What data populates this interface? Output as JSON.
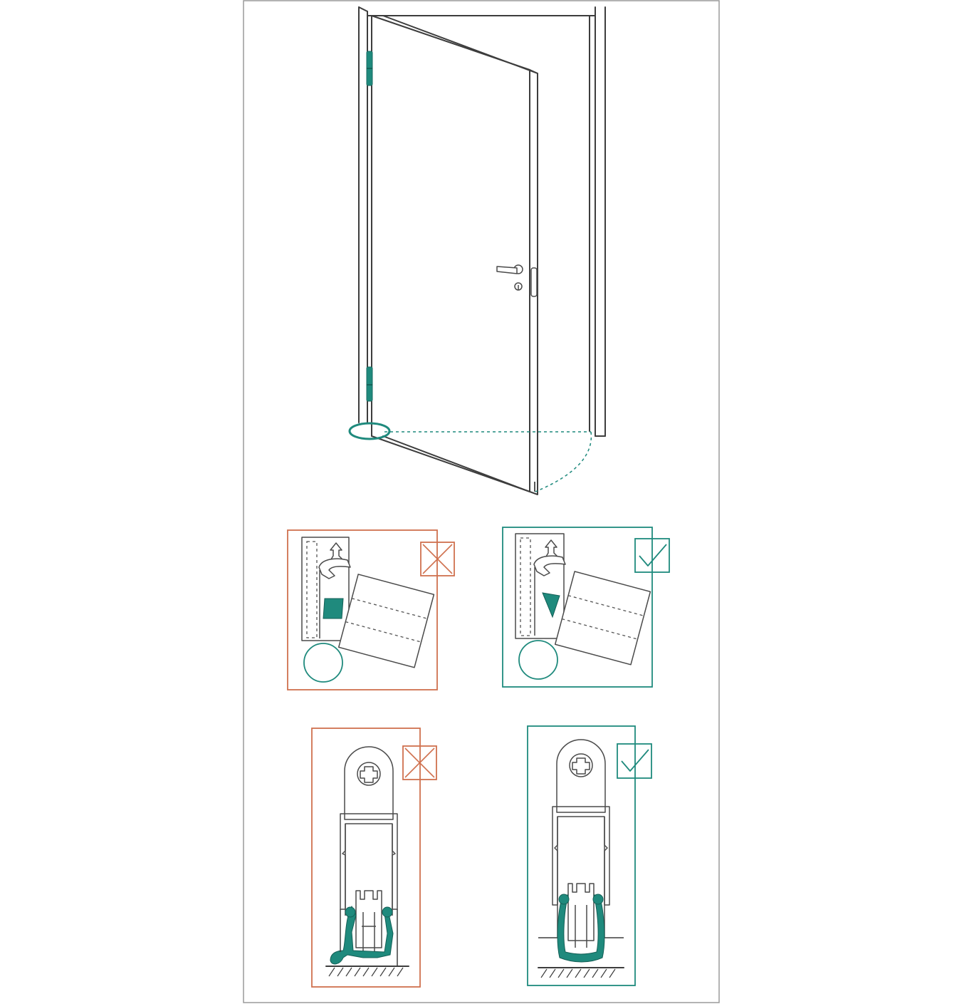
{
  "figure": {
    "door": {},
    "panels": [
      {
        "id": "seal-tilt-wrong",
        "verdict": "incorrect"
      },
      {
        "id": "seal-tilt-right",
        "verdict": "correct"
      },
      {
        "id": "profile-wrong",
        "verdict": "incorrect"
      },
      {
        "id": "profile-right",
        "verdict": "correct"
      }
    ]
  },
  "colors": {
    "line": "#3d3d3d",
    "accent_teal": "#1f8a7d",
    "wrong_orange": "#d0714f",
    "frame_grey": "#9a9a9a"
  },
  "icons": {
    "wrong": "cross-mark-icon",
    "right": "check-mark-icon"
  }
}
